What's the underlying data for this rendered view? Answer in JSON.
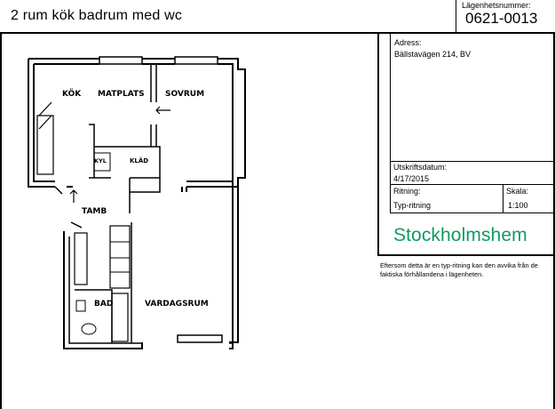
{
  "header": {
    "title": "2 rum kök badrum med wc",
    "apartment_label": "Lägenhetsnummer:",
    "apartment_number": "0621-0013"
  },
  "info": {
    "address_label": "Adress:",
    "address_value": "Bällstavägen 214, BV",
    "print_date_label": "Utskriftsdatum:",
    "print_date_value": "4/17/2015",
    "drawing_label": "Ritning:",
    "drawing_value": "Typ-ritning",
    "scale_label": "Skala:",
    "scale_value": "1:100",
    "brand": "Stockholmshem",
    "brand_color": "#109a63",
    "disclaimer": "Eftersom detta är en typ-ritning kan den avvika från de faktiska förhållandena i lägenheten."
  },
  "plan": {
    "rooms": {
      "kitchen": "KÖK",
      "dining": "MATPLATS",
      "bedroom": "SOVRUM",
      "closet_kyl": "KYL",
      "closet_klad": "KLÄD",
      "hall": "TAMB",
      "living": "VARDAGSRUM",
      "bath": "BAD"
    }
  }
}
